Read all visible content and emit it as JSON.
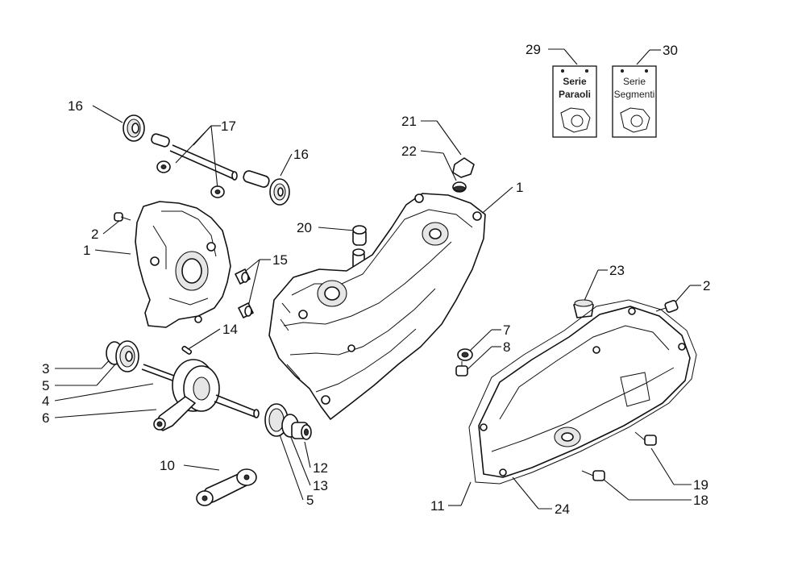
{
  "callouts": [
    {
      "id": "c16a",
      "text": "16"
    },
    {
      "id": "c17",
      "text": "17"
    },
    {
      "id": "c16b",
      "text": "16"
    },
    {
      "id": "c2a",
      "text": "2"
    },
    {
      "id": "c1a",
      "text": "1"
    },
    {
      "id": "c15",
      "text": "15"
    },
    {
      "id": "c14",
      "text": "14"
    },
    {
      "id": "c3",
      "text": "3"
    },
    {
      "id": "c5a",
      "text": "5"
    },
    {
      "id": "c4",
      "text": "4"
    },
    {
      "id": "c6",
      "text": "6"
    },
    {
      "id": "c10",
      "text": "10"
    },
    {
      "id": "c12",
      "text": "12"
    },
    {
      "id": "c13",
      "text": "13"
    },
    {
      "id": "c5b",
      "text": "5"
    },
    {
      "id": "c21",
      "text": "21"
    },
    {
      "id": "c22",
      "text": "22"
    },
    {
      "id": "c20",
      "text": "20"
    },
    {
      "id": "c1b",
      "text": "1"
    },
    {
      "id": "c29",
      "text": "29"
    },
    {
      "id": "c30",
      "text": "30"
    },
    {
      "id": "c23",
      "text": "23"
    },
    {
      "id": "c2b",
      "text": "2"
    },
    {
      "id": "c7",
      "text": "7"
    },
    {
      "id": "c8",
      "text": "8"
    },
    {
      "id": "c11",
      "text": "11"
    },
    {
      "id": "c24",
      "text": "24"
    },
    {
      "id": "c19",
      "text": "19"
    },
    {
      "id": "c18",
      "text": "18"
    }
  ],
  "booklets": {
    "seal_kit": {
      "line1": "Serie",
      "line2": "Paraoli"
    },
    "ring_kit": {
      "line1": "Serie",
      "line2": "Segmenti"
    }
  }
}
